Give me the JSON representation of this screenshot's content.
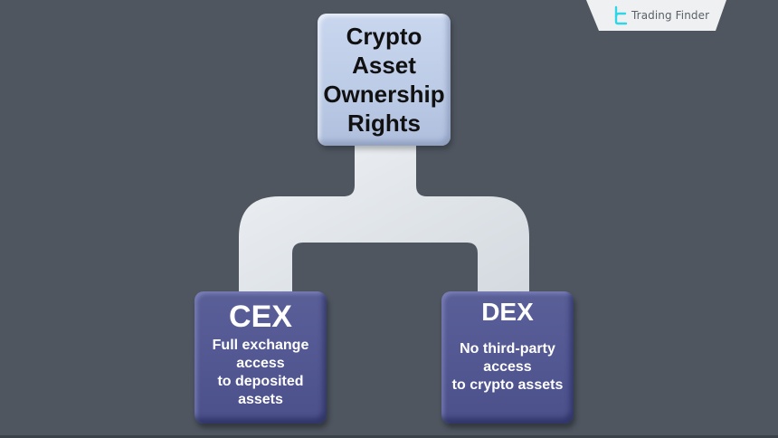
{
  "logo": {
    "text": "Trading Finder",
    "icon": "trading-finder-logo-icon",
    "accent_color": "#2fd6e6",
    "badge_color": "#eef0f2"
  },
  "diagram": {
    "root": {
      "label": "Crypto\nAsset\nOwnership\nRights",
      "lines": [
        "Crypto",
        "Asset",
        "Ownership",
        "Rights"
      ],
      "color": "#c2d0ea"
    },
    "connector_color": "#e4e8ec",
    "children": [
      {
        "title": "CEX",
        "lines": [
          "Full exchange",
          "access",
          "to deposited",
          "assets"
        ],
        "color": "#545994"
      },
      {
        "title": "DEX",
        "lines": [
          "No third-party",
          "access",
          "to crypto assets"
        ],
        "color": "#545994"
      }
    ]
  },
  "background_color": "#4f5660"
}
